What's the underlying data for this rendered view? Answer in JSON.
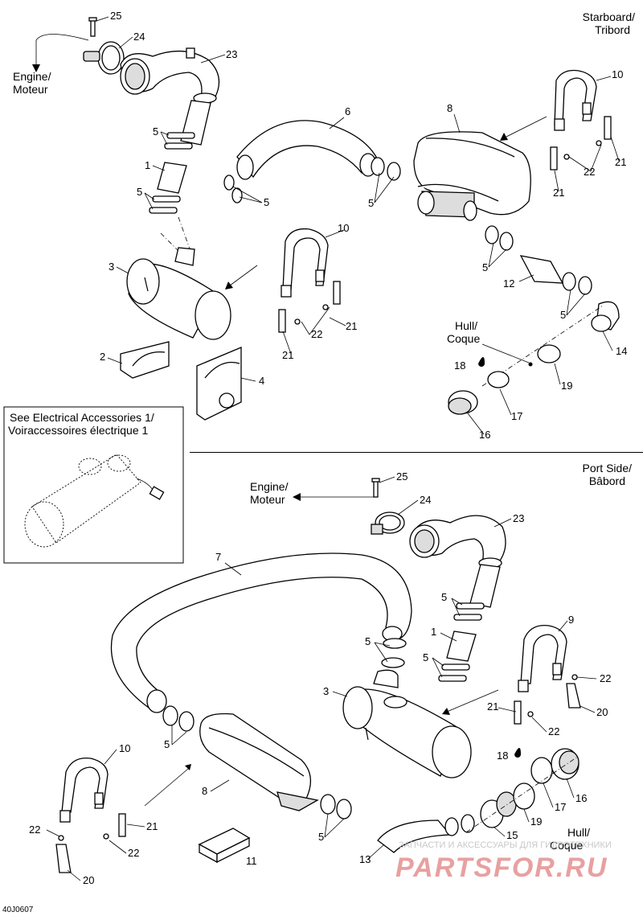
{
  "sections": {
    "starboard": {
      "title_line1": "Starboard/",
      "title_line2": "Tribord",
      "engine_line1": "Engine/",
      "engine_line2": "Moteur",
      "hull_line1": "Hull/",
      "hull_line2": "Coque"
    },
    "port": {
      "title_line1": "Port Side/",
      "title_line2": "Bâbord",
      "engine_line1": "Engine/",
      "engine_line2": "Moteur",
      "hull_line1": "Hull/",
      "hull_line2": "Coque"
    }
  },
  "inset": {
    "line1": "See Electrical Accessories 1/",
    "line2": "Voiraccessoires électrique 1"
  },
  "callouts": {
    "starboard": [
      "25",
      "24",
      "23",
      "5",
      "1",
      "5",
      "3",
      "2",
      "4",
      "6",
      "5",
      "5",
      "8",
      "10",
      "22",
      "21",
      "21",
      "5",
      "12",
      "5",
      "14",
      "10",
      "22",
      "21",
      "21",
      "18",
      "19",
      "17",
      "16"
    ],
    "port": [
      "25",
      "24",
      "23",
      "7",
      "5",
      "1",
      "5",
      "5",
      "3",
      "9",
      "22",
      "20",
      "21",
      "22",
      "10",
      "8",
      "21",
      "22",
      "22",
      "20",
      "5",
      "11",
      "5",
      "13",
      "15",
      "19",
      "17",
      "18",
      "16"
    ]
  },
  "drawing_code": "40J0607",
  "watermark": {
    "line1": "ЗАПЧАСТИ И АКСЕССУАРЫ ДЛЯ ГИДРОТЕХНИКИ",
    "line2": "PARTSFOR.RU"
  }
}
